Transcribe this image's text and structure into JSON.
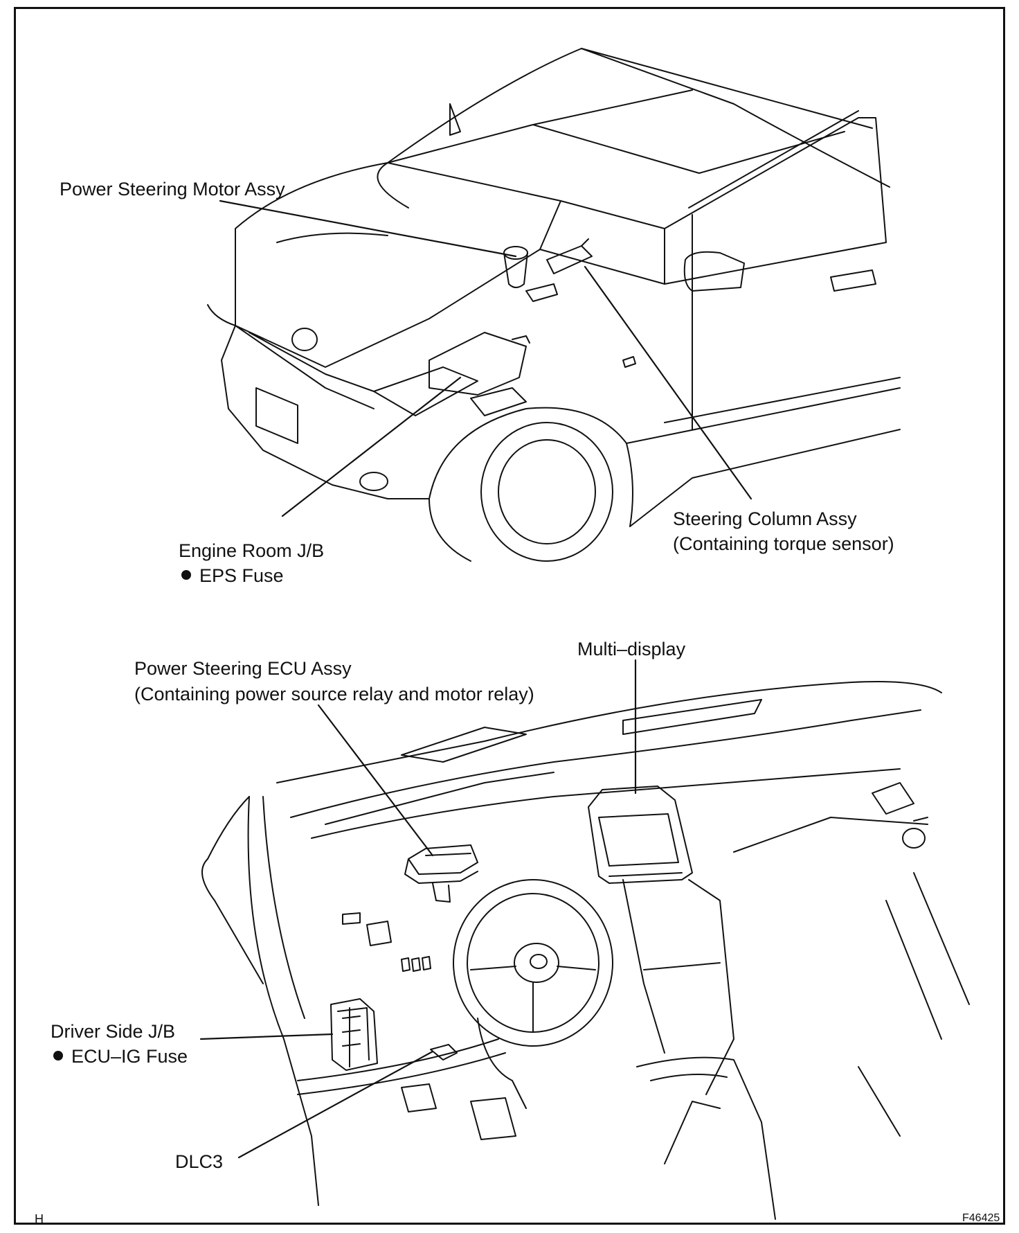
{
  "labels": {
    "ps_motor": "Power Steering Motor Assy",
    "steering_column_line1": "Steering Column Assy",
    "steering_column_line2": "(Containing torque sensor)",
    "engine_room_jb": "Engine Room J/B",
    "eps_fuse": "EPS Fuse",
    "multi_display": "Multi–display",
    "ps_ecu_line1": "Power Steering ECU Assy",
    "ps_ecu_line2": "(Containing power source relay and motor relay)",
    "driver_side_jb": "Driver Side J/B",
    "ecu_ig_fuse": "ECU–IG Fuse",
    "dlc3": "DLC3",
    "corner_h": "H",
    "figure_code": "F46425"
  }
}
